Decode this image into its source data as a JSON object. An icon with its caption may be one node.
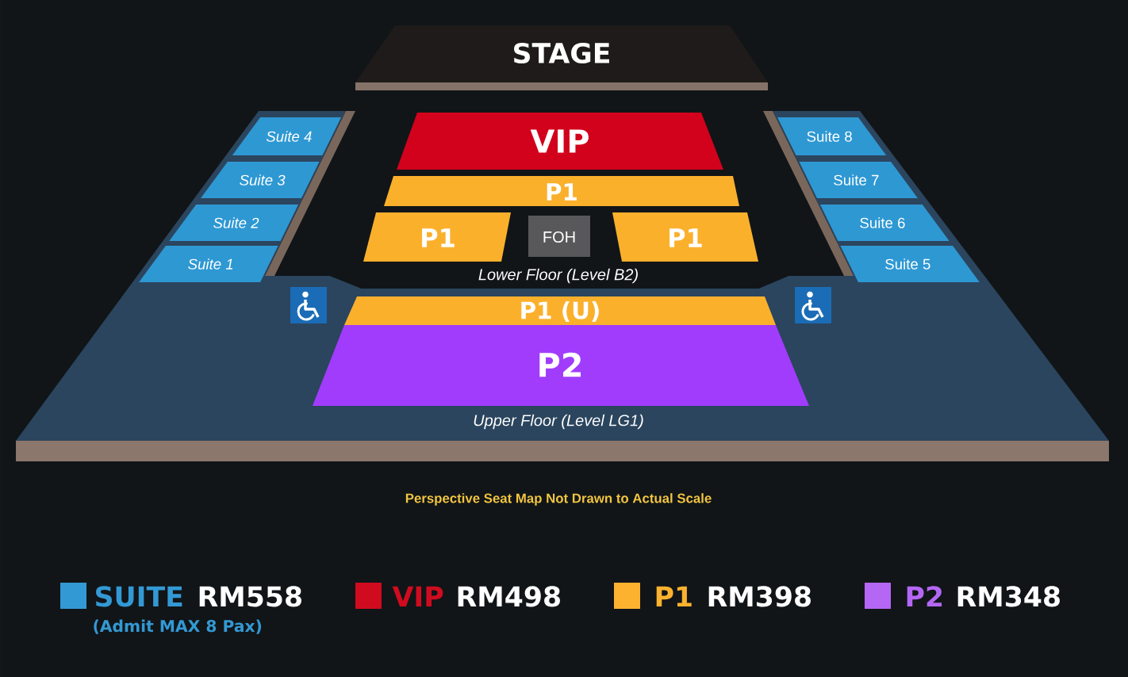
{
  "diagram": {
    "nodes": [
      {
        "text": [
          "STAGE"
        ]
      },
      {
        "text": [
          "Upper Floor (Level LG1)"
        ]
      },
      {
        "text": [
          "Lower Floor (Level B2)"
        ],
        "in": 1
      },
      {
        "text": [
          "VIP"
        ],
        "in": 2
      },
      {
        "text": [
          "P1"
        ],
        "in": 2
      },
      {
        "text": [
          "P1"
        ],
        "in": 2
      },
      {
        "text": [
          "FOH"
        ],
        "in": 2
      },
      {
        "text": [
          "P1"
        ],
        "in": 2
      },
      {
        "text": [
          "Suite 4"
        ],
        "in": 1
      },
      {
        "text": [
          "Suite 3"
        ],
        "in": 1
      },
      {
        "text": [
          "Suite 2"
        ],
        "in": 1
      },
      {
        "text": [
          "Suite 1"
        ],
        "in": 1
      },
      {
        "text": [
          "Suite 8"
        ],
        "in": 1
      },
      {
        "text": [
          "Suite 7"
        ],
        "in": 1
      },
      {
        "text": [
          "Suite 6"
        ],
        "in": 1
      },
      {
        "text": [
          "Suite 5"
        ],
        "in": 1
      },
      {
        "text": [
          "P1 (U)"
        ],
        "in": 1
      },
      {
        "text": [
          "P2"
        ],
        "in": 1
      }
    ],
    "labels": [
      "Perspective Seat Map Not Drawn to Actual Scale",
      "RM558",
      "RM498",
      "RM398",
      "RM348",
      "(Admit MAX 8 Pax)"
    ],
    "legend": [
      {
        "text": "SUITE",
        "color": "#3399d4"
      },
      {
        "text": "VIP",
        "color": "#d10b1f"
      },
      {
        "text": "P1",
        "color": "#fcb22f"
      },
      {
        "text": "P2",
        "color": "#b467f4"
      }
    ]
  }
}
